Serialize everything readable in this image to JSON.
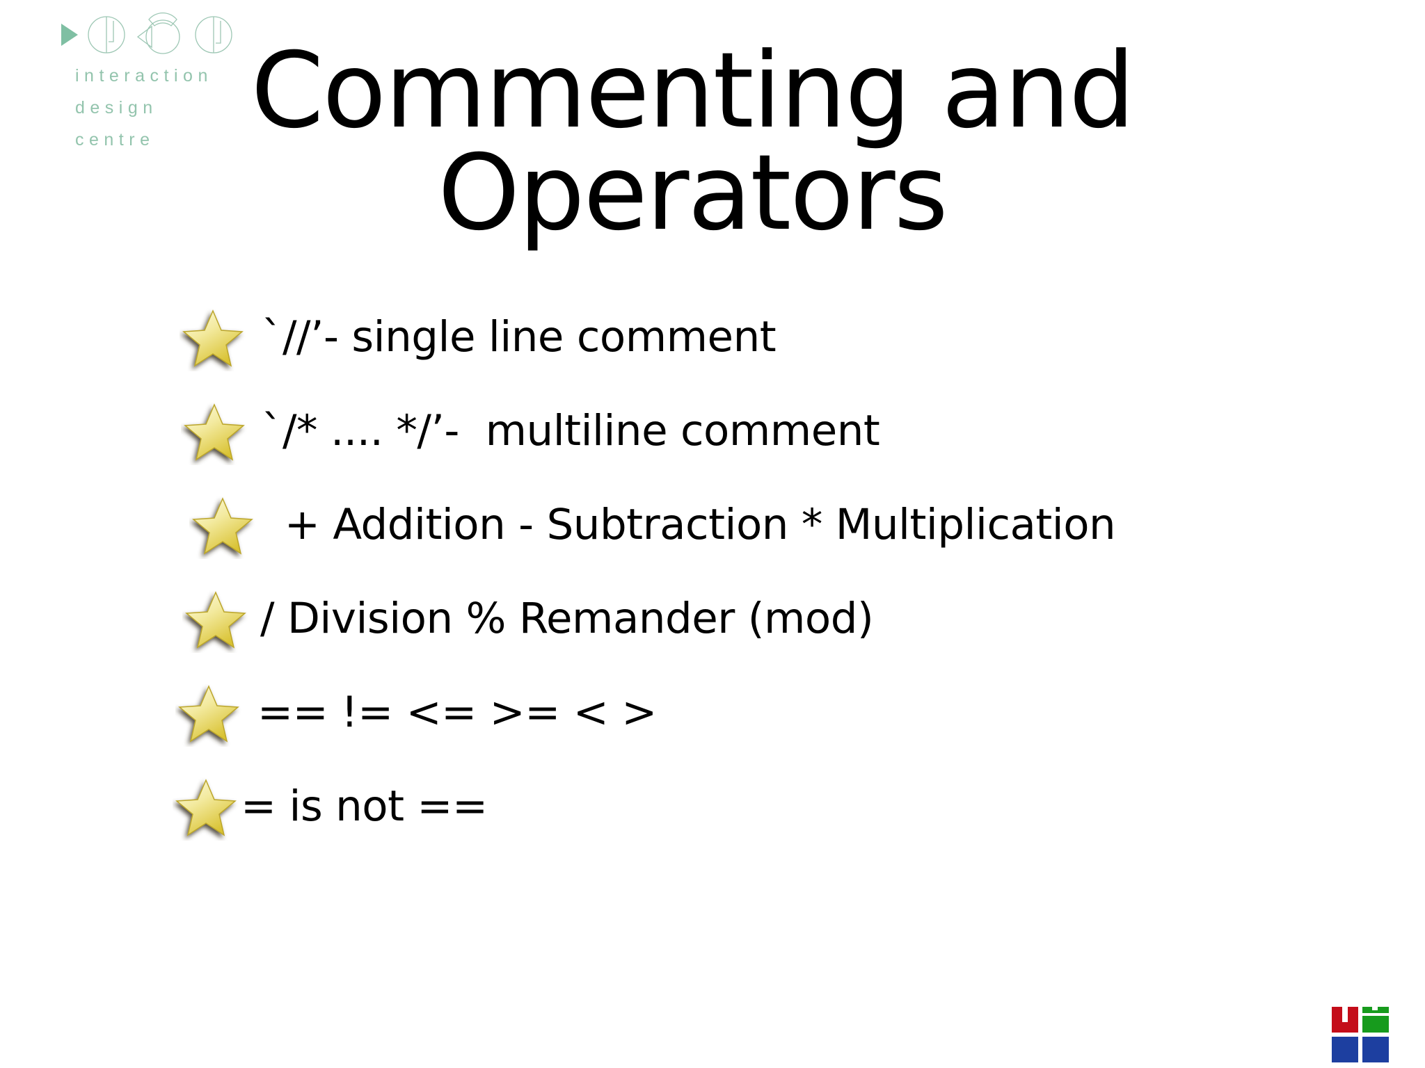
{
  "slide": {
    "background_color": "#ffffff",
    "title": "Commenting and Operators"
  },
  "brand": {
    "name": "interaction design centre",
    "color": "#93c4ad",
    "accent_color": "#7fbfa3",
    "lines": [
      {
        "text": "interaction"
      },
      {
        "text": "design"
      },
      {
        "text": "centre"
      }
    ],
    "marks": [
      "triangle-mark-icon",
      "pie-circle-mark-icon",
      "split-circle-mark-icon",
      "pie-wedge-mark-icon"
    ]
  },
  "bullets": [
    {
      "id": "single-line-comment",
      "icon": "gold-star-icon",
      "text": "`//’- single line comment"
    },
    {
      "id": "multiline-comment",
      "icon": "gold-star-icon",
      "text": "`/* .... */’-  multiline comment"
    },
    {
      "id": "arithmetic-ops-1",
      "icon": "gold-star-icon",
      "text": " + Addition - Subtraction * Multiplication"
    },
    {
      "id": "arithmetic-ops-2",
      "icon": "gold-star-icon",
      "text": "/ Division % Remander (mod)"
    },
    {
      "id": "comparison-ops",
      "icon": "gold-star-icon",
      "text": "== != <= >= < >"
    },
    {
      "id": "assignment-note",
      "icon": "gold-star-icon",
      "text": "= is not =="
    }
  ],
  "uni_logo": {
    "name": "university-logo",
    "colors": {
      "red": "#c40d1a",
      "green": "#179b1d",
      "blue": "#1d3fa0"
    }
  }
}
